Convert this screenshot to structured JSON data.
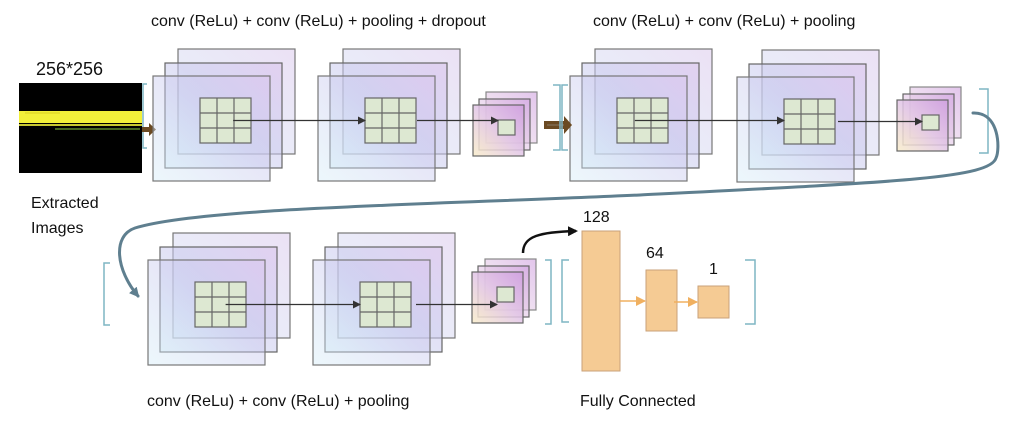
{
  "input": {
    "size_label": "256*256",
    "caption_line1": "Extracted",
    "caption_line2": "Images"
  },
  "stages": [
    {
      "id": "stage1",
      "label": "conv (ReLu) + conv (ReLu) + pooling + dropout",
      "layers": [
        "conv (ReLu)",
        "conv (ReLu)",
        "pooling",
        "dropout"
      ]
    },
    {
      "id": "stage2",
      "label": "conv (ReLu) + conv (ReLu) + pooling",
      "layers": [
        "conv (ReLu)",
        "conv (ReLu)",
        "pooling"
      ]
    },
    {
      "id": "stage3",
      "label": "conv (ReLu) + conv (ReLu) + pooling",
      "layers": [
        "conv (ReLu)",
        "conv (ReLu)",
        "pooling"
      ]
    }
  ],
  "fully_connected": {
    "label": "Fully Connected",
    "layers": [
      {
        "units": "128"
      },
      {
        "units": "64"
      },
      {
        "units": "1"
      }
    ]
  },
  "colors": {
    "fc_fill": "#f5cb94",
    "fc_arrow": "#f0b060",
    "bracket": "#7fb5c4",
    "connector": "#5f7f8f",
    "stage_arrow": "#6b4a22",
    "grid_fill": "#dde8d2"
  }
}
